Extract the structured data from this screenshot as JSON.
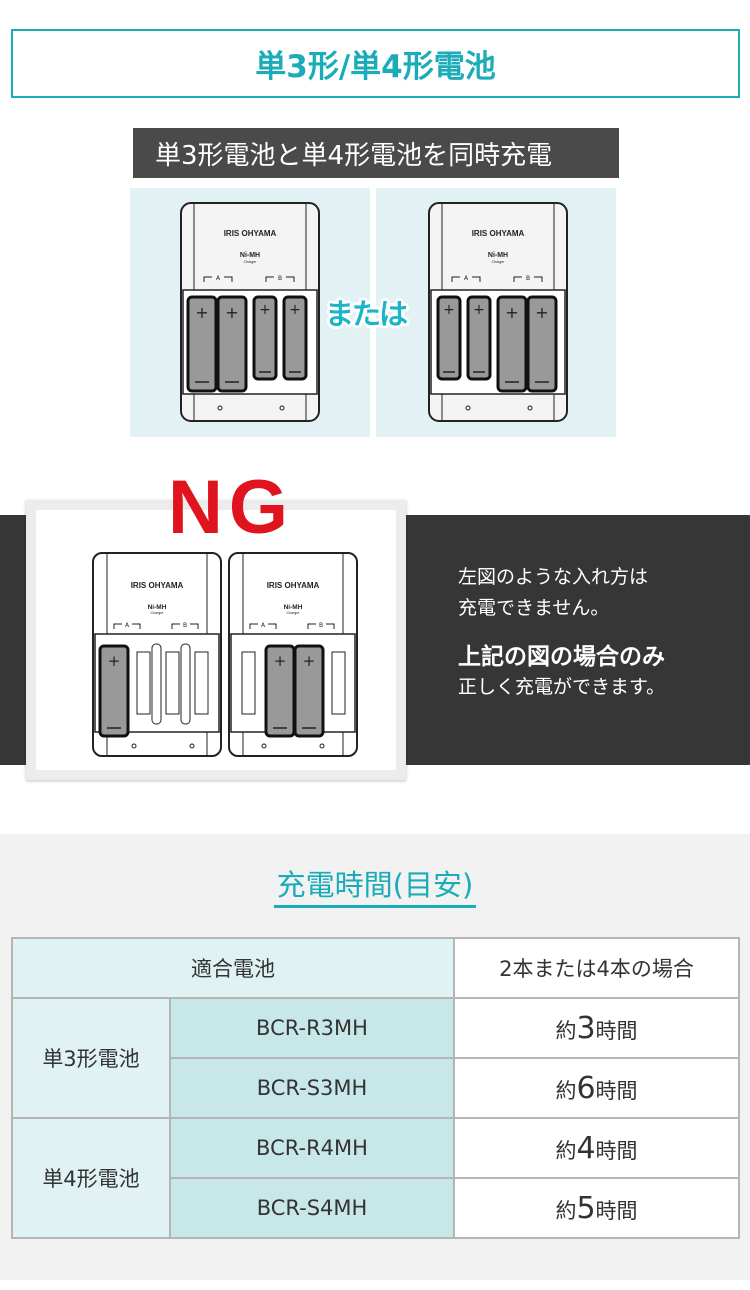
{
  "header": {
    "title": "単3形/単4形電池"
  },
  "simultaneous": {
    "banner": "単3形電池と単4形電池を同時充電",
    "or_label": "または",
    "charger_brand": "IRIS OHYAMA",
    "charger_model": "Ni-MH",
    "charger_sub": "Charger",
    "slot_a": "A",
    "slot_b": "B",
    "plus": "+",
    "minus": "−"
  },
  "ng_section": {
    "ng_label": "NG",
    "line1": "左図のような入れ方は",
    "line2": "充電できません。",
    "emphasis": "上記の図の場合のみ",
    "line3": "正しく充電ができます。"
  },
  "charge_time": {
    "title": "充電時間(目安)",
    "header_left": "適合電池",
    "header_right": "2本または4本の場合",
    "groups": [
      {
        "type": "単3形電池",
        "rows": [
          {
            "model": "BCR-R3MH",
            "prefix": "約",
            "hours": "3",
            "suffix": "時間"
          },
          {
            "model": "BCR-S3MH",
            "prefix": "約",
            "hours": "6",
            "suffix": "時間"
          }
        ]
      },
      {
        "type": "単4形電池",
        "rows": [
          {
            "model": "BCR-R4MH",
            "prefix": "約",
            "hours": "4",
            "suffix": "時間"
          },
          {
            "model": "BCR-S4MH",
            "prefix": "約",
            "hours": "5",
            "suffix": "時間"
          }
        ]
      }
    ]
  },
  "colors": {
    "accent": "#1aacb9",
    "ng_red": "#e0141e",
    "dark": "#363636",
    "panel": "#e1f1f4",
    "model_cell": "#c8e7e9"
  }
}
